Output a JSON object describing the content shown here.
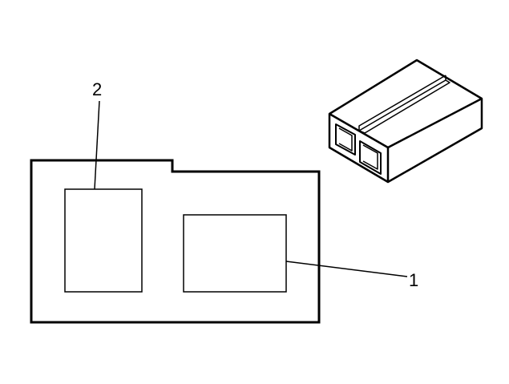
{
  "diagram": {
    "callouts": [
      {
        "id": "1",
        "label": "1"
      },
      {
        "id": "2",
        "label": "2"
      }
    ],
    "colors": {
      "stroke": "#000000",
      "background": "#ffffff"
    }
  }
}
